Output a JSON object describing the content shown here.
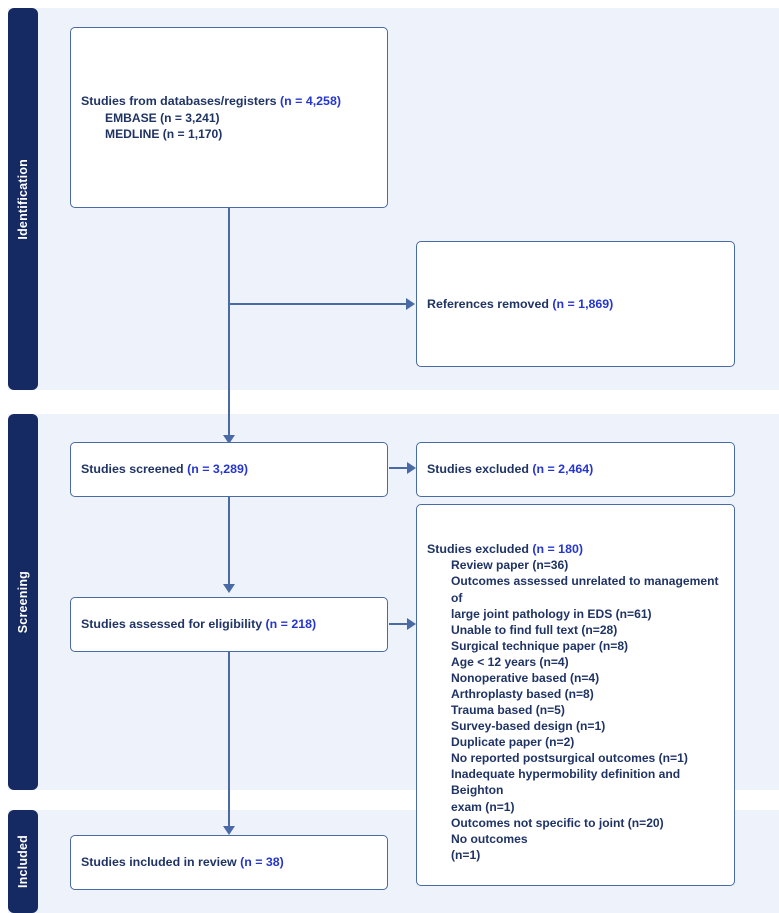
{
  "diagram": {
    "title": "PRISMA flow diagram",
    "accent_color": "#2536cf",
    "text_color": "#1f3365",
    "band_color": "#eef2fb",
    "bar_color": "#152a63",
    "border_color": "#4a6aa5"
  },
  "phases": [
    {
      "id": "identification",
      "label": "Identification"
    },
    {
      "id": "screening",
      "label": "Screening"
    },
    {
      "id": "included",
      "label": "Included"
    }
  ],
  "boxes": {
    "databases": {
      "heading_text": "Studies from databases/registers ",
      "heading_count": "(n = 4,258)",
      "items": [
        "EMBASE (n = 3,241)",
        "MEDLINE (n = 1,170)"
      ]
    },
    "references_removed": {
      "heading_text": "References removed ",
      "heading_count": "(n = 1,869)"
    },
    "studies_screened": {
      "heading_text": "Studies screened ",
      "heading_count": "(n = 3,289)"
    },
    "studies_excluded_screening": {
      "heading_text": "Studies excluded ",
      "heading_count": "(n = 2,464)"
    },
    "studies_eligibility": {
      "heading_text": "Studies assessed for eligibility ",
      "heading_count": "(n = 218)"
    },
    "studies_excluded_eligibility": {
      "heading_text": "Studies excluded ",
      "heading_count": "(n = 180)",
      "items": [
        "Review paper (n=36)",
        "Outcomes assessed unrelated to management of",
        "large joint pathology in EDS (n=61)",
        "Unable to find full text (n=28)",
        "Surgical technique paper (n=8)",
        "Age < 12 years (n=4)",
        "Nonoperative based (n=4)",
        "Arthroplasty based (n=8)",
        "Trauma based (n=5)",
        "Survey-based design (n=1)",
        "Duplicate paper (n=2)",
        "No reported postsurgical outcomes (n=1)",
        "Inadequate hypermobility definition and Beighton",
        "exam (n=1)",
        "Outcomes not specific to joint (n=20)",
        "No outcomes",
        "(n=1)"
      ]
    },
    "studies_included": {
      "heading_text": "Studies included in review ",
      "heading_count": "(n = 38)"
    }
  }
}
